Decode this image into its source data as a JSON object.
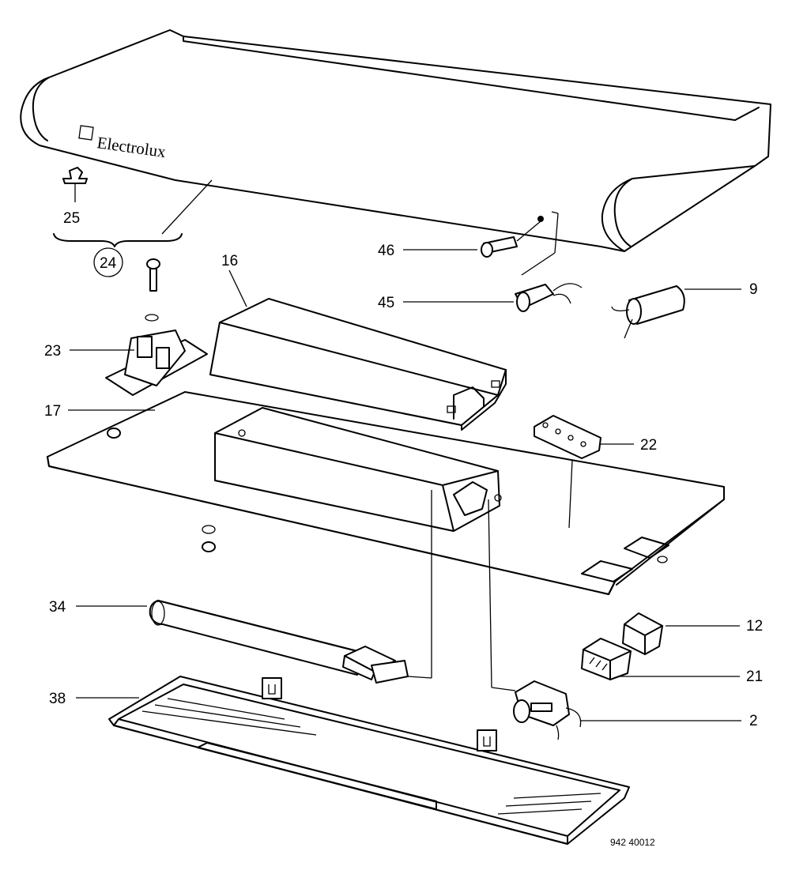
{
  "brand": {
    "name": "Electrolux"
  },
  "callouts": {
    "p2": "2",
    "p9": "9",
    "p12": "12",
    "p16": "16",
    "p17": "17",
    "p21": "21",
    "p22": "22",
    "p23": "23",
    "p24": "24",
    "p25": "25",
    "p34": "34",
    "p38": "38",
    "p45": "45",
    "p46": "46"
  },
  "document": {
    "number": "942 40012"
  }
}
